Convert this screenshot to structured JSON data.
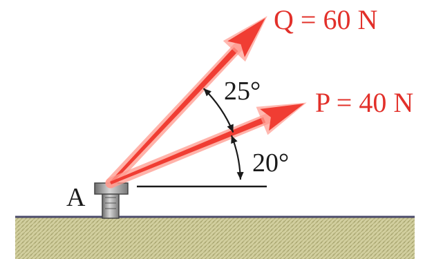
{
  "figure": {
    "forces": [
      {
        "label": "Q = 60 N"
      },
      {
        "label": "P = 40 N"
      }
    ],
    "angles": [
      {
        "label": "25°"
      },
      {
        "label": "20°"
      }
    ],
    "point_label": "A",
    "colors": {
      "force_arrow": "#f03d33",
      "force_arrow_glow": "#ff9a8e",
      "force_text": "#e2302a",
      "ground_top": "#4a4a6a",
      "ground_fill": "#d2cf9f",
      "bolt": "#a8a8a8",
      "line": "#1a1a1a"
    }
  }
}
